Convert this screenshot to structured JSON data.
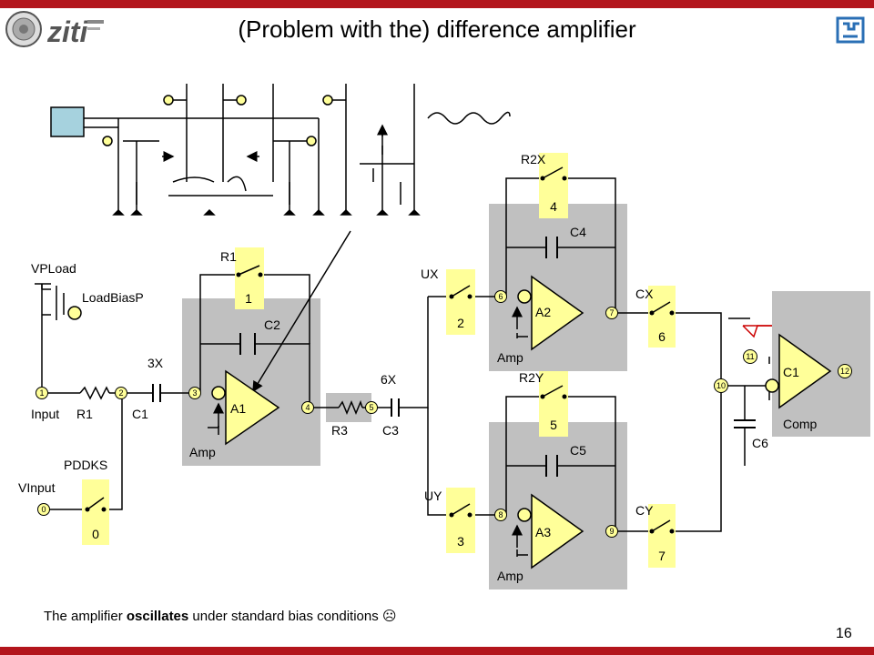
{
  "slide": {
    "title": "(Problem with the) difference amplifier",
    "page_number": "16",
    "footer": {
      "before": "The amplifier ",
      "bold": "oscillates",
      "after": " under standard bias conditions ",
      "emoticon": "☹"
    },
    "logos": {
      "university_seal_icon": "seal-icon",
      "ziti_logo": "ziti",
      "chip_logo_icon": "chip-logo-icon"
    }
  },
  "colors": {
    "accent_bar": "#b3151c",
    "switch_fill": "#ffff99",
    "opamp_fill": "#ffff99",
    "shade": "#c0c0c0",
    "node_fill": "#ffff99",
    "input_box": "#a6d2de"
  },
  "diagram": {
    "labels": {
      "vpload": "VPLoad",
      "loadbiasp": "LoadBiasP",
      "input": "Input",
      "r1": "R1",
      "c1": "C1",
      "x3": "3X",
      "pddks": "PDDKS",
      "vinput": "VInput",
      "r1_sw": "R1",
      "c2": "C2",
      "amp1": "Amp",
      "r3": "R3",
      "x6": "6X",
      "c3": "C3",
      "ux": "UX",
      "uy": "UY",
      "r2x": "R2X",
      "c4": "C4",
      "amp2": "Amp",
      "r2y": "R2Y",
      "c5": "C5",
      "amp3": "Amp",
      "cx": "CX",
      "cy": "CY",
      "c6": "C6",
      "comp": "Comp"
    },
    "opamps": [
      "A1",
      "A2",
      "A3",
      "C1"
    ],
    "switch_numbers": [
      "0",
      "1",
      "2",
      "3",
      "4",
      "5",
      "6",
      "7"
    ],
    "nodes": [
      "0",
      "1",
      "2",
      "3",
      "4",
      "5",
      "6",
      "7",
      "8",
      "9",
      "10",
      "11",
      "12"
    ]
  }
}
